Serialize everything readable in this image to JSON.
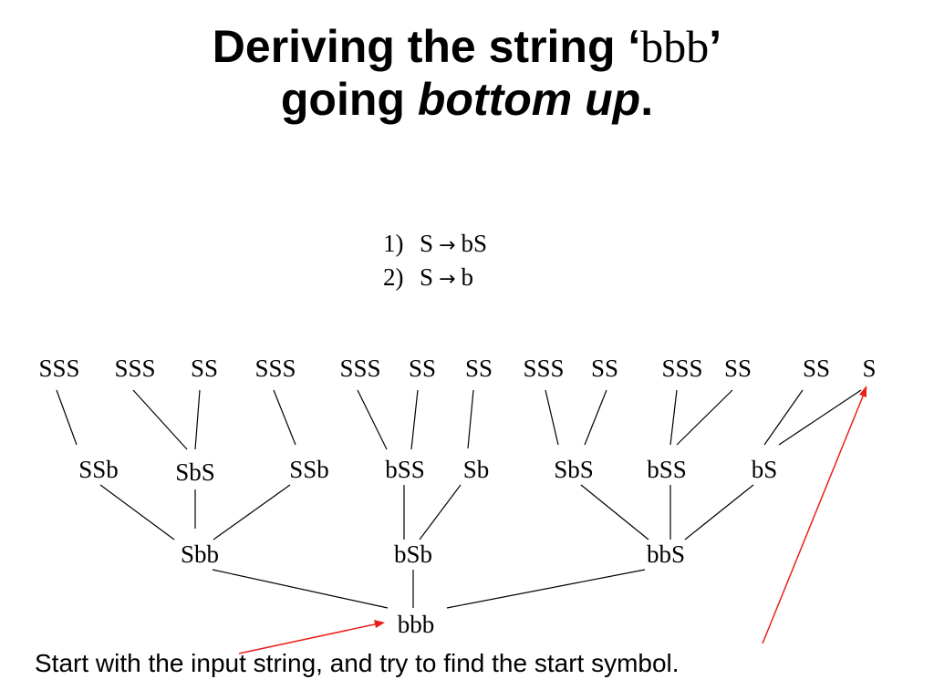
{
  "title": {
    "line1_prefix": "Deriving the string ‘",
    "line1_string": "bbb",
    "line1_suffix": "’",
    "line2_prefix": "going ",
    "line2_emph": "bottom up",
    "line2_suffix": "."
  },
  "grammar": {
    "rules": [
      {
        "number": "1)",
        "lhs": "S",
        "arrow": "→",
        "rhs": "bS"
      },
      {
        "number": "2)",
        "lhs": "S",
        "arrow": "→",
        "rhs": "b"
      }
    ]
  },
  "tree": {
    "nodes": [
      {
        "id": "n1",
        "label": "SSS"
      },
      {
        "id": "n2",
        "label": "SSS"
      },
      {
        "id": "n3",
        "label": "SS"
      },
      {
        "id": "n4",
        "label": "SSS"
      },
      {
        "id": "n5",
        "label": "SSS"
      },
      {
        "id": "n6",
        "label": "SS"
      },
      {
        "id": "n7",
        "label": "SS"
      },
      {
        "id": "n8",
        "label": "SSS"
      },
      {
        "id": "n9",
        "label": "SS"
      },
      {
        "id": "n10",
        "label": "SSS"
      },
      {
        "id": "n11",
        "label": "SS"
      },
      {
        "id": "n12",
        "label": "SS"
      },
      {
        "id": "n13",
        "label": "S"
      },
      {
        "id": "m1",
        "label": "SSb"
      },
      {
        "id": "m2",
        "label": "SbS"
      },
      {
        "id": "m3",
        "label": "SSb"
      },
      {
        "id": "m4",
        "label": "bSS"
      },
      {
        "id": "m5",
        "label": "Sb"
      },
      {
        "id": "m6",
        "label": "SbS"
      },
      {
        "id": "m7",
        "label": "bSS"
      },
      {
        "id": "m8",
        "label": "bS"
      },
      {
        "id": "l1",
        "label": "Sbb"
      },
      {
        "id": "l2",
        "label": "bSb"
      },
      {
        "id": "l3",
        "label": "bbS"
      },
      {
        "id": "root",
        "label": "bbb"
      }
    ],
    "edges": [
      [
        "m1",
        "n1"
      ],
      [
        "m2",
        "n2"
      ],
      [
        "m2",
        "n3"
      ],
      [
        "m3",
        "n4"
      ],
      [
        "m4",
        "n5"
      ],
      [
        "m4",
        "n6"
      ],
      [
        "m5",
        "n7"
      ],
      [
        "m6",
        "n8"
      ],
      [
        "m6",
        "n9"
      ],
      [
        "m7",
        "n10"
      ],
      [
        "m7",
        "n11"
      ],
      [
        "m8",
        "n12"
      ],
      [
        "m8",
        "n13"
      ],
      [
        "l1",
        "m1"
      ],
      [
        "l1",
        "m2"
      ],
      [
        "l1",
        "m3"
      ],
      [
        "l2",
        "m4"
      ],
      [
        "l2",
        "m5"
      ],
      [
        "l3",
        "m6"
      ],
      [
        "l3",
        "m7"
      ],
      [
        "l3",
        "m8"
      ],
      [
        "root",
        "l1"
      ],
      [
        "root",
        "l2"
      ],
      [
        "root",
        "l3"
      ]
    ]
  },
  "caption": "Start with the input string, and try to find the start symbol.",
  "colors": {
    "annotation_arrow": "#e8201a",
    "tree_lines": "#000000"
  }
}
